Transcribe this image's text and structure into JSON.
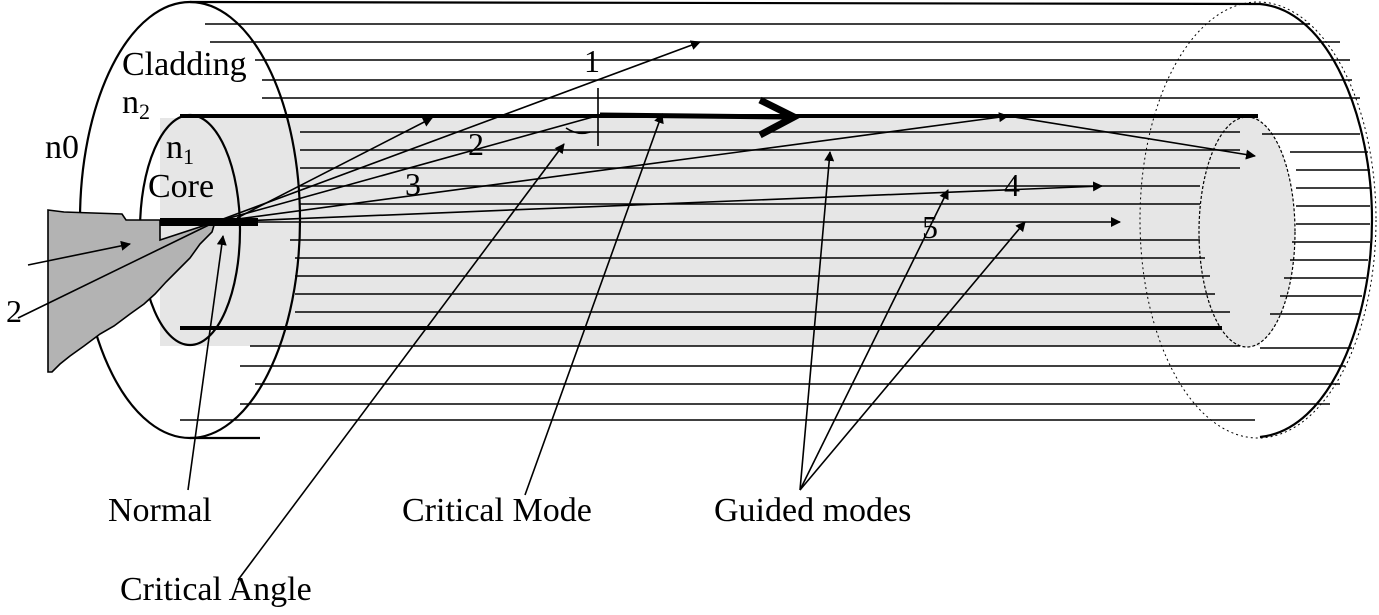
{
  "diagram": {
    "labels": {
      "cladding": "Cladding",
      "n2_base": "n",
      "n2_sub": "2",
      "n1_base": "n",
      "n1_sub": "1",
      "core": "Core",
      "n0": "n0",
      "normal": "Normal",
      "critical_mode": "Critical Mode",
      "guided_modes": "Guided modes",
      "critical_angle": "Critical Angle"
    },
    "ray_numbers": {
      "r1": "1",
      "r2": "2",
      "r3": "3",
      "r4": "4",
      "r5": "5",
      "incident_2": "2"
    },
    "colors": {
      "core_fill": "#e6e6e6",
      "source_fill": "#b3b3b3",
      "line": "#000000"
    }
  }
}
